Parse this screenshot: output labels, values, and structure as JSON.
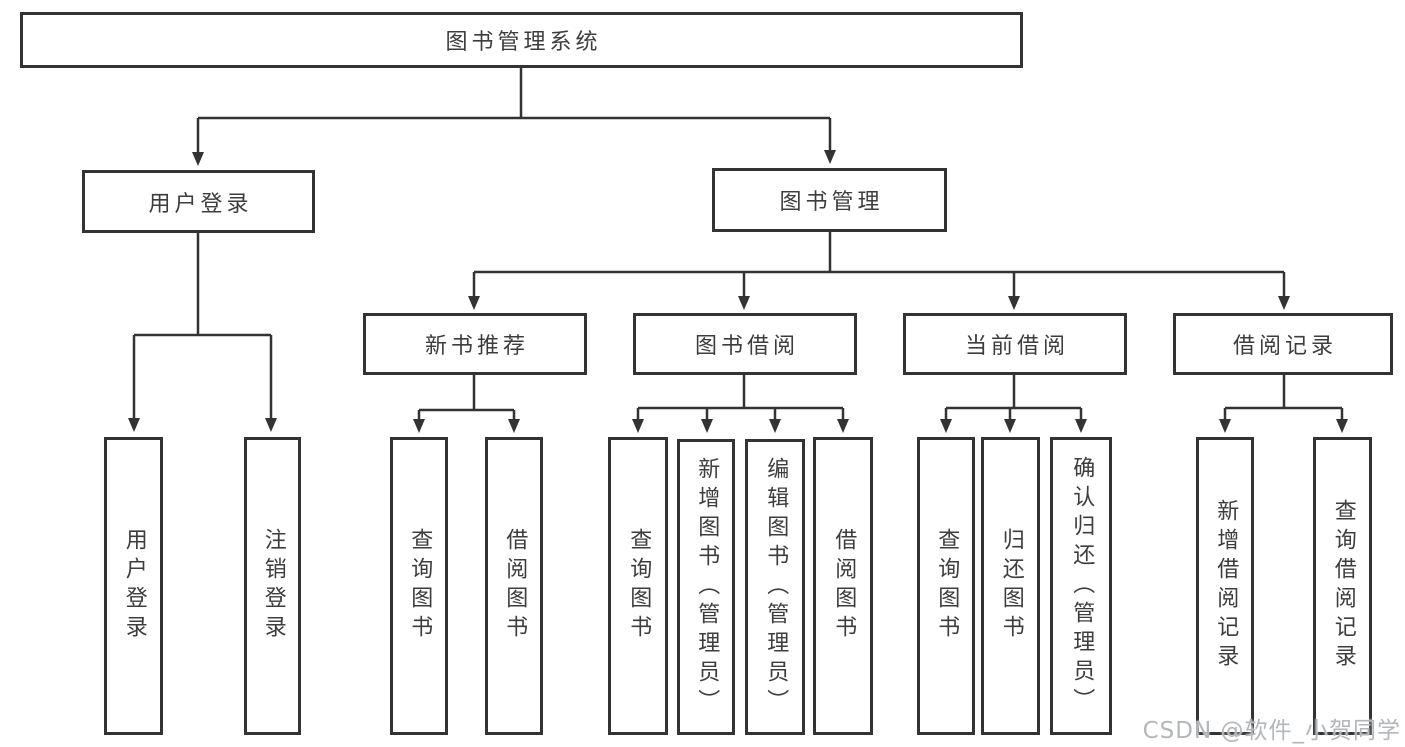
{
  "tree": {
    "label": "图书管理系统",
    "children": [
      {
        "label": "用户登录",
        "children": [
          {
            "label": "用户登录"
          },
          {
            "label": "注销登录"
          }
        ]
      },
      {
        "label": "图书管理",
        "children": [
          {
            "label": "新书推荐",
            "children": [
              {
                "label": "查询图书"
              },
              {
                "label": "借阅图书"
              }
            ]
          },
          {
            "label": "图书借阅",
            "children": [
              {
                "label": "查询图书"
              },
              {
                "label": "新增图书（管理员）"
              },
              {
                "label": "编辑图书（管理员）"
              },
              {
                "label": "借阅图书"
              }
            ]
          },
          {
            "label": "当前借阅",
            "children": [
              {
                "label": "查询图书"
              },
              {
                "label": "归还图书"
              },
              {
                "label": "确认归还（管理员）"
              }
            ]
          },
          {
            "label": "借阅记录",
            "children": [
              {
                "label": "新增借阅记录"
              },
              {
                "label": "查询借阅记录"
              }
            ]
          }
        ]
      }
    ]
  },
  "watermark": {
    "text": "CSDN @软件_小贺同学"
  },
  "colors": {
    "line": "#333333",
    "text": "#3d3d3d",
    "watermark": "#b3b6ba",
    "background": "#ffffff"
  }
}
